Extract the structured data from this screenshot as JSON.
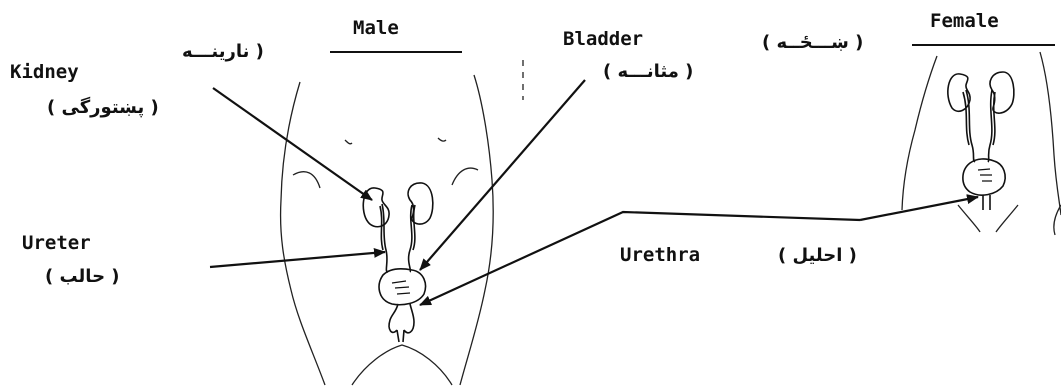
{
  "titles": {
    "male": "Male",
    "female": "Female"
  },
  "labels": {
    "kidney": "Kidney",
    "kidney_local": "( پښتورگی )",
    "male_local": "( نارینـــه",
    "female_local": "( ښـــځــه )",
    "bladder": "Bladder",
    "bladder_local": "( مثانـــه )",
    "ureter": "Ureter",
    "ureter_local": "( حالب )",
    "urethra": "Urethra",
    "urethra_local": "( احلیل )"
  },
  "colors": {
    "ink": "#111111",
    "background": "#ffffff"
  }
}
